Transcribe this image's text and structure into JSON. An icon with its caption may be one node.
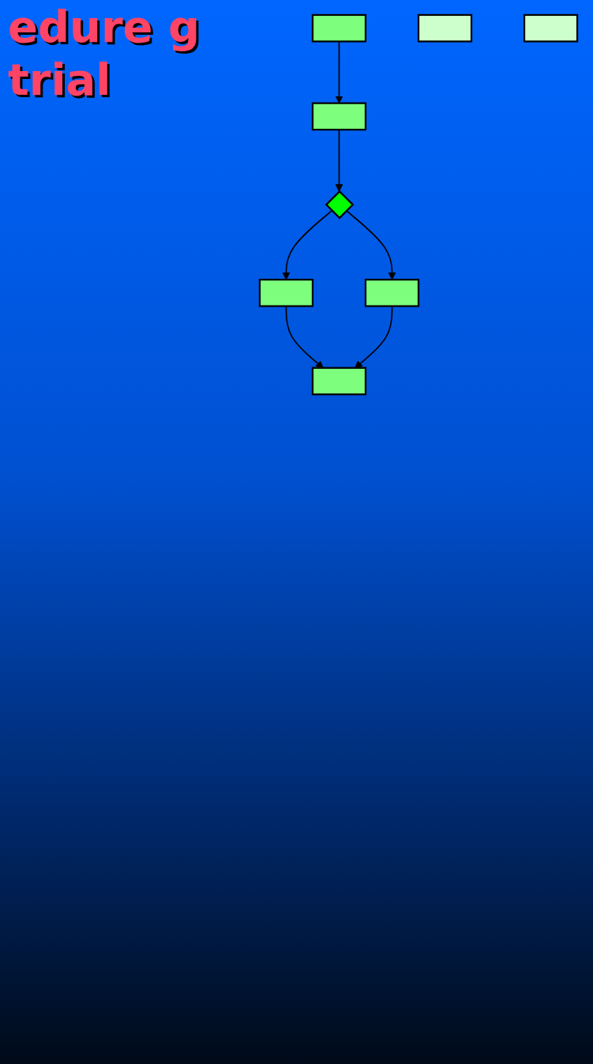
{
  "diagram": {
    "title": "edure g trial",
    "nodes": [
      {
        "text": [],
        "shape": "box"
      },
      {
        "text": [],
        "shape": "box"
      },
      {
        "text": [],
        "shape": "diamond"
      },
      {
        "text": [],
        "shape": "box"
      },
      {
        "text": [],
        "shape": "box"
      },
      {
        "text": [],
        "shape": "box"
      },
      {
        "text": [],
        "shape": "box"
      },
      {
        "text": [],
        "shape": "box"
      }
    ],
    "edges": [
      {
        "from": 0,
        "to": 1,
        "arrow": "to"
      },
      {
        "from": 1,
        "to": 2,
        "arrow": "to"
      },
      {
        "from": 2,
        "to": 3,
        "arrow": "to"
      },
      {
        "from": 2,
        "to": 4,
        "arrow": "to"
      },
      {
        "from": 4,
        "to": 5,
        "arrow": "to"
      },
      {
        "from": 3,
        "to": 5,
        "arrow": "to"
      }
    ]
  }
}
